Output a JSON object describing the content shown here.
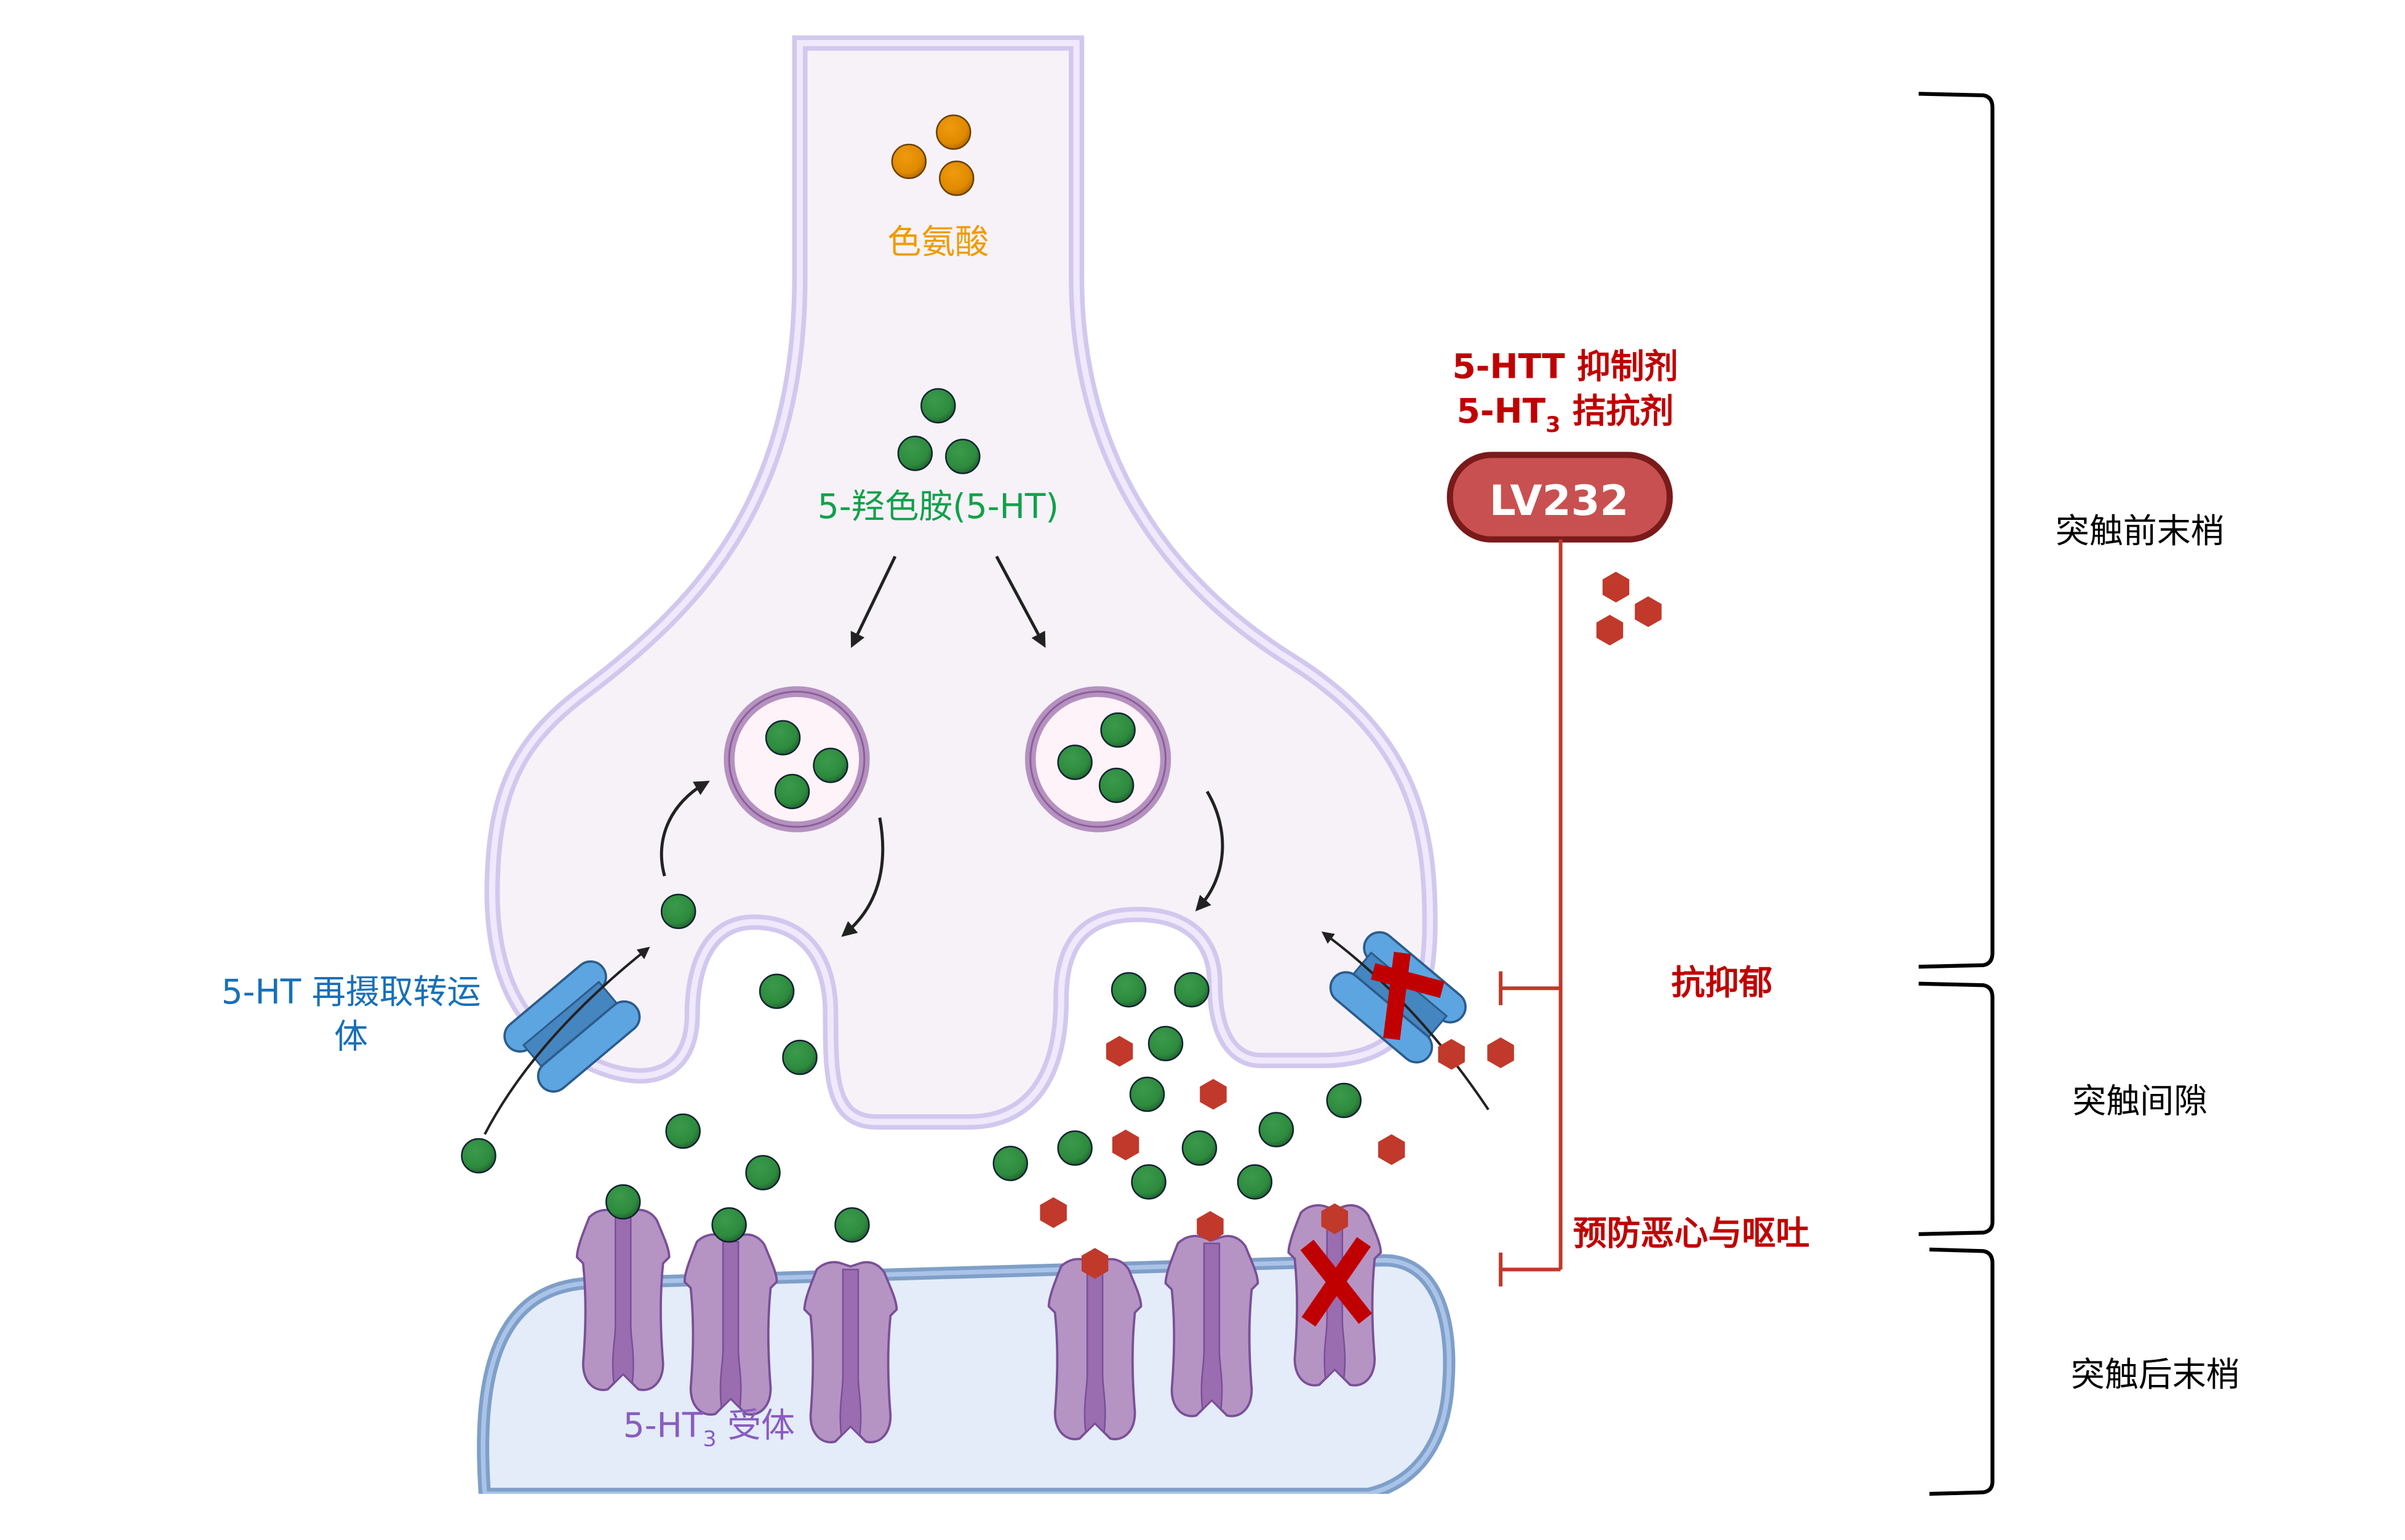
{
  "colors": {
    "tryptophan": "#e08a00",
    "serotonin": "#2e8b3e",
    "serotonin_label": "#12a14a",
    "transporter_label": "#1870b8",
    "receptor_label": "#8a5cc0",
    "drug": "#c0392b",
    "drug_text": "#c00000",
    "bracket": "#000000",
    "presynaptic_fill": "#f6f2f8",
    "presynaptic_membrane": "#d2c8ee",
    "postsynaptic_fill": "#e3ecf8",
    "postsynaptic_membrane": "#7f9fc8",
    "receptor": "#b594c4",
    "transporter": "#5da5e0"
  },
  "labels": {
    "tryptophan": "色氨酸",
    "serotonin": "5-羟色胺(5-HT)",
    "transporter_line1": "5-HT 再摄取转运",
    "transporter_line2": "体",
    "receptor_prefix": "5-HT",
    "receptor_sub": "3",
    "receptor_suffix": " 受体"
  },
  "drug": {
    "name": "LV232",
    "mechanism_line1": "5-HTT 抑制剂",
    "mechanism_line2_prefix": "5-HT",
    "mechanism_line2_sub": "3",
    "mechanism_line2_suffix": " 拮抗剂",
    "effects": [
      {
        "label": "抗抑郁",
        "target": "5-HT reuptake transporter"
      },
      {
        "label": "预防恶心与呕吐",
        "target": "5-HT3 receptor"
      }
    ]
  },
  "regions": [
    {
      "label": "突触前末梢"
    },
    {
      "label": "突触间隙"
    },
    {
      "label": "突触后末梢"
    }
  ]
}
